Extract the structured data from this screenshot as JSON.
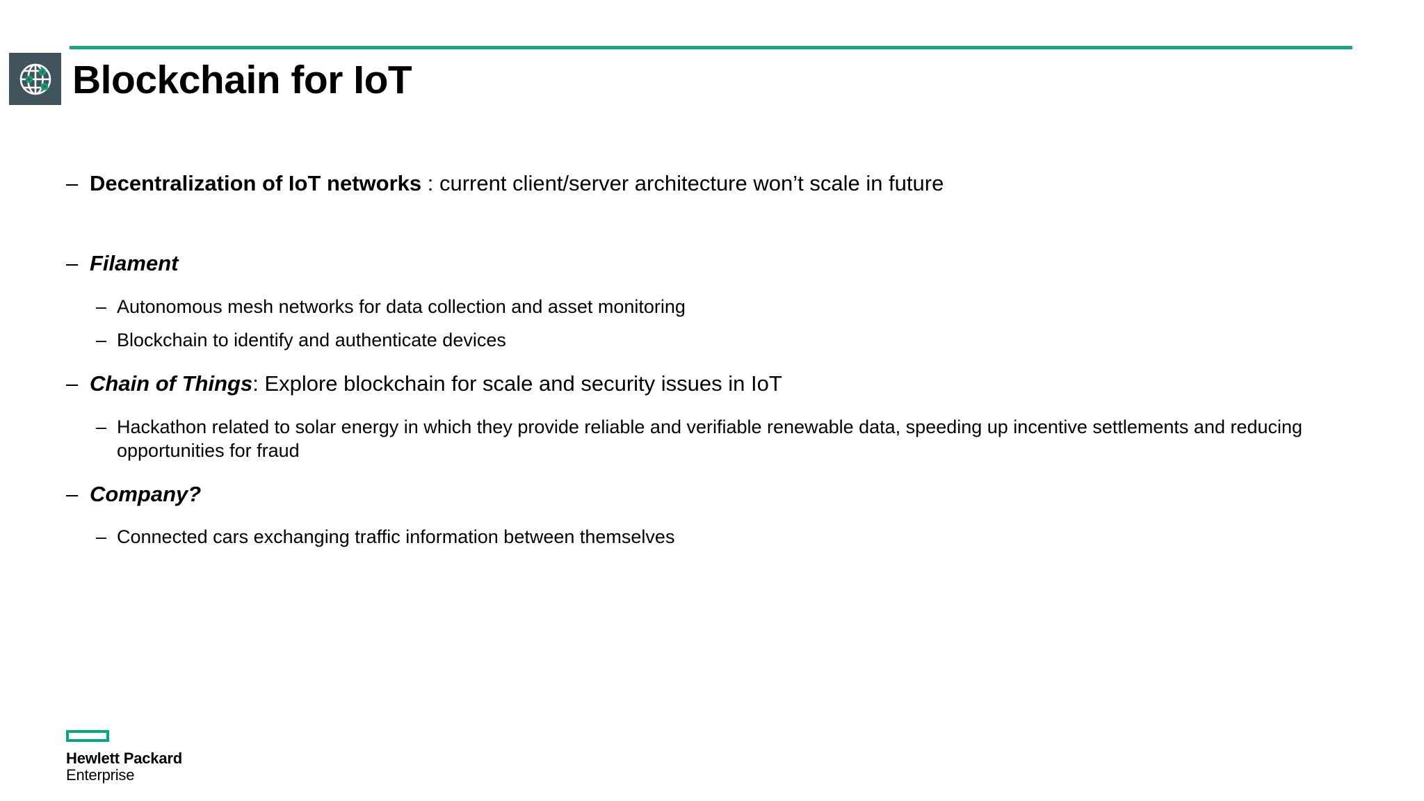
{
  "slide": {
    "title": "Blockchain for IoT",
    "title_icon": "globe-network-icon",
    "accent_color": "#17A589",
    "icon_bg_color": "#41535D",
    "icon_node_color": "#0D9E74",
    "background_color": "#FFFFFF"
  },
  "content": {
    "bullet1": {
      "dash": "–",
      "bold": "Decentralization of IoT networks",
      "rest": " : current client/server architecture won’t scale in future"
    },
    "bullet2": {
      "dash": "–",
      "bold_italic": "Filament",
      "rest": "",
      "subs": [
        {
          "dash": "–",
          "text": "Autonomous mesh networks for data collection and asset monitoring"
        },
        {
          "dash": "–",
          "text": "Blockchain to identify and authenticate devices"
        }
      ]
    },
    "bullet3": {
      "dash": "–",
      "bold_italic": "Chain of Things",
      "rest": ": Explore blockchain for scale and security issues in IoT",
      "subs": [
        {
          "dash": "–",
          "text": "Hackathon related to solar energy in which they provide reliable and verifiable renewable data, speeding up incentive settlements and reducing opportunities for fraud"
        }
      ]
    },
    "bullet4": {
      "dash": "–",
      "bold_italic": "Company?",
      "rest": "",
      "subs": [
        {
          "dash": "–",
          "text": "Connected cars exchanging traffic information between themselves"
        }
      ]
    }
  },
  "logo": {
    "name": "Hewlett Packard",
    "sub": "Enterprise",
    "bar_color": "#01A982"
  }
}
